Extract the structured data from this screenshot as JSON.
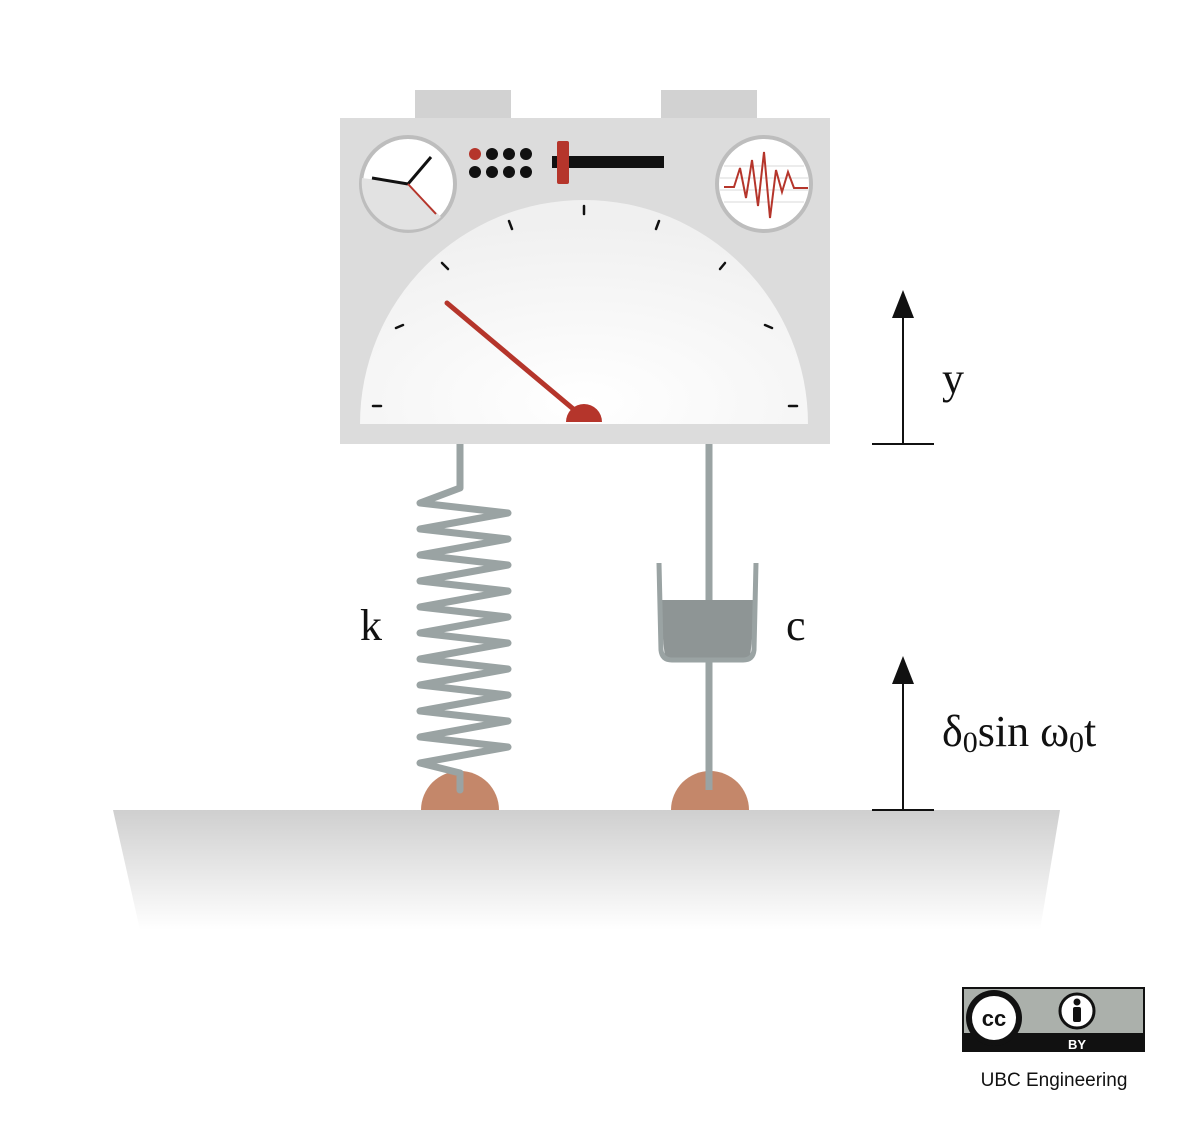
{
  "labels": {
    "spring_constant": "k",
    "damping": "c",
    "displacement": "y",
    "base_excitation": {
      "delta": "δ",
      "delta_sub": "0",
      "sin_omega": "sin ω",
      "omega_sub": "0",
      "t": "t"
    }
  },
  "license": {
    "cc": "cc",
    "by": "BY"
  },
  "credit": "UBC Engineering",
  "colors": {
    "body": "#dcdcdc",
    "dial_face": "#fafafa",
    "needle": "#b5352b",
    "spring": "#9aa3a3",
    "damper_cup": "#8e9595",
    "foot": "#c4876a",
    "ground": "#d2d2d2"
  },
  "icons": {
    "clock": "clock-dial-icon",
    "waveform": "seismograph-wave-icon",
    "cc": "creative-commons-icon",
    "by": "attribution-person-icon"
  }
}
